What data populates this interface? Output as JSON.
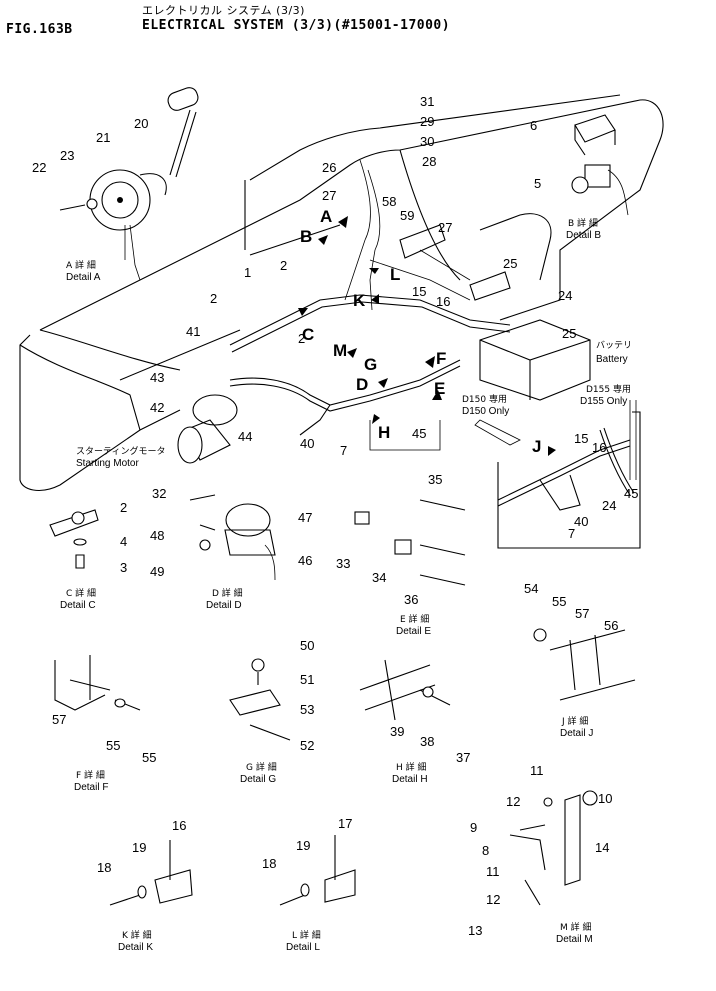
{
  "header": {
    "fig_label": "FIG.163B",
    "title_jp": "エレクトリカル システム (3/3)",
    "title": "ELECTRICAL SYSTEM (3/3)(#15001-17000)"
  },
  "part_numbers": [
    "1",
    "2",
    "3",
    "4",
    "5",
    "6",
    "8",
    "9",
    "10",
    "11",
    "12",
    "13",
    "14",
    "15",
    "16",
    "17",
    "18",
    "19",
    "20",
    "21",
    "22",
    "23",
    "24",
    "25",
    "26",
    "27",
    "28",
    "29",
    "30",
    "31",
    "32",
    "33",
    "34",
    "35",
    "36",
    "37",
    "38",
    "39",
    "40",
    "41",
    "42",
    "43",
    "44",
    "45",
    "46",
    "47",
    "48",
    "49",
    "50",
    "51",
    "52",
    "53",
    "54",
    "55",
    "56",
    "57",
    "58",
    "59",
    "7"
  ],
  "view_letters": [
    "A",
    "B",
    "C",
    "D",
    "E",
    "F",
    "G",
    "H",
    "J",
    "K",
    "L",
    "M"
  ],
  "labels": {
    "battery_jp": "バッテリ",
    "battery": "Battery",
    "starting_motor_jp": "スターティングモータ",
    "starting_motor": "Starting Motor",
    "d150_jp": "D150 専用",
    "d150": "D150 Only",
    "d155_jp": "D155 専用",
    "d155": "D155 Only"
  },
  "details": {
    "A": {
      "jp": "A 詳 細",
      "en": "Detail  A"
    },
    "B": {
      "jp": "B 詳 細",
      "en": "Detail  B"
    },
    "C": {
      "jp": "C 詳 細",
      "en": "Detail  C"
    },
    "D": {
      "jp": "D 詳 細",
      "en": "Detail  D"
    },
    "E": {
      "jp": "E 詳 細",
      "en": "Detail  E"
    },
    "F": {
      "jp": "F 詳 細",
      "en": "Detail  F"
    },
    "G": {
      "jp": "G 詳 細",
      "en": "Detail  G"
    },
    "H": {
      "jp": "H 詳 細",
      "en": "Detail  H"
    },
    "J": {
      "jp": "J 詳 細",
      "en": "Detail  J"
    },
    "K": {
      "jp": "K 詳 細",
      "en": "Detail  K"
    },
    "L": {
      "jp": "L 詳 細",
      "en": "Detail  L"
    },
    "M": {
      "jp": "M 詳 細",
      "en": "Detail  M"
    }
  }
}
